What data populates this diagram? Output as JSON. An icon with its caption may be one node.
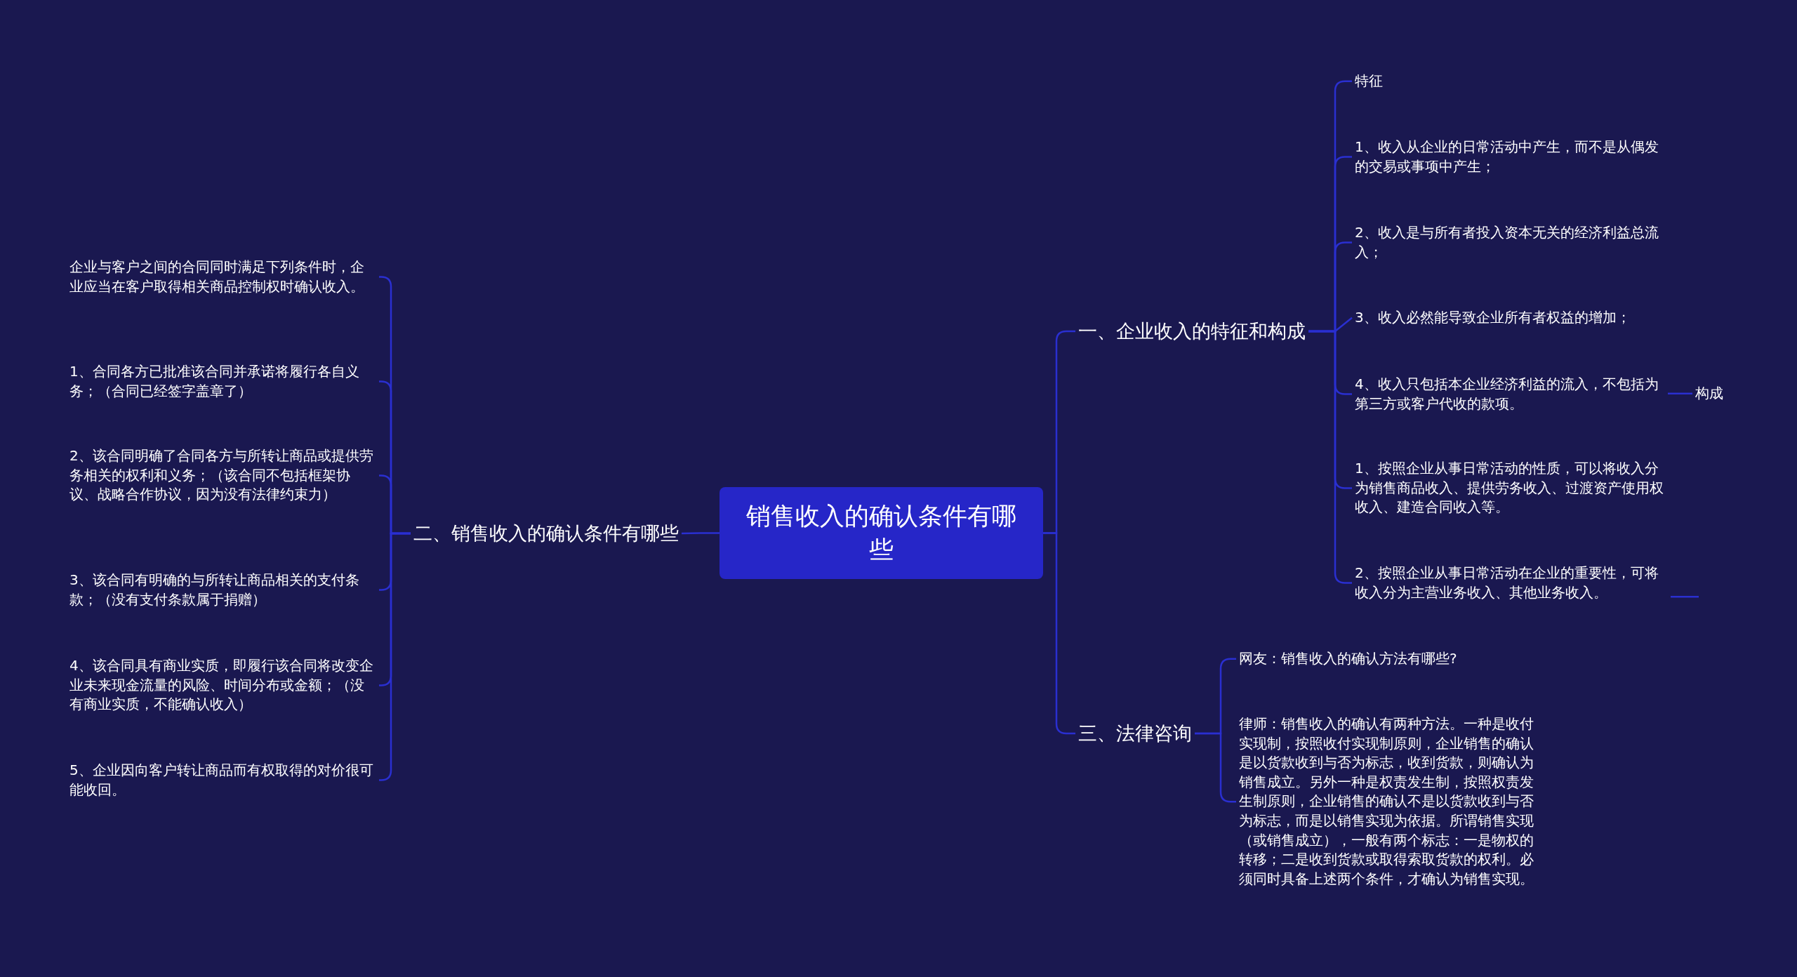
{
  "diagram": {
    "nodes": [
      {
        "text": [
          "销售收入的确认条件有哪些"
        ]
      },
      {
        "text": [
          "一、企业收入的特征和构成"
        ]
      },
      {
        "text": [
          "特征"
        ]
      },
      {
        "text": [
          "1、收入从企业的日常活动中产生，而不是从偶发的交易或事项中产生；"
        ]
      },
      {
        "text": [
          "2、收入是与所有者投入资本无关的经济利益总流入；"
        ]
      },
      {
        "text": [
          "3、收入必然能导致企业所有者权益的增加；"
        ]
      },
      {
        "text": [
          "4、收入只包括本企业经济利益的流入，不包括为第三方或客户代收的款项。"
        ]
      },
      {
        "text": [
          "构成"
        ]
      },
      {
        "text": [
          "1、按照企业从事日常活动的性质，可以将收入分为销售商品收入、提供劳务收入、过渡资产使用权收入、建造合同收入等。"
        ]
      },
      {
        "text": [
          "2、按照企业从事日常活动在企业的重要性，可将收入分为主营业务收入、其他业务收入。"
        ]
      },
      {
        "text": [
          "二、销售收入的确认条件有哪些"
        ]
      },
      {
        "text": [
          "企业与客户之间的合同同时满足下列条件时，企业应当在客户取得相关商品控制权时确认收入。"
        ]
      },
      {
        "text": [
          "1、合同各方已批准该合同并承诺将履行各自义务；（合同已经签字盖章了）"
        ]
      },
      {
        "text": [
          "2、该合同明确了合同各方与所转让商品或提供劳务相关的权利和义务；（该合同不包括框架协议、战略合作协议，因为没有法律约束力）"
        ]
      },
      {
        "text": [
          "3、该合同有明确的与所转让商品相关的支付条款；（没有支付条款属于捐赠）"
        ]
      },
      {
        "text": [
          "4、该合同具有商业实质，即履行该合同将改变企业未来现金流量的风险、时间分布或金额；（没有商业实质，不能确认收入）"
        ]
      },
      {
        "text": [
          "5、企业因向客户转让商品而有权取得的对价很可能收回。"
        ]
      },
      {
        "text": [
          "三、法律咨询"
        ]
      },
      {
        "text": [
          "网友：销售收入的确认方法有哪些?"
        ]
      },
      {
        "text": [
          "律师：销售收入的确认有两种方法。一种是收付实现制，按照收付实现制原则，企业销售的确认是以货款收到与否为标志，收到货款，则确认为销售成立。另外一种是权责发生制，按照权责发生制原则，企业销售的确认不是以货款收到与否为标志，而是以销售实现为依据。所谓销售实现（或销售成立），一般有两个标志：一是物权的转移；二是收到货款或取得索取货款的权利。必须同时具备上述两个条件，才确认为销售实现。"
        ]
      }
    ],
    "edges": [
      {
        "from": 0,
        "to": 1,
        "arrow": "none"
      },
      {
        "from": 0,
        "to": 10,
        "arrow": "none"
      },
      {
        "from": 0,
        "to": 17,
        "arrow": "none"
      },
      {
        "from": 1,
        "to": 2,
        "arrow": "none"
      },
      {
        "from": 1,
        "to": 3,
        "arrow": "none"
      },
      {
        "from": 1,
        "to": 4,
        "arrow": "none"
      },
      {
        "from": 1,
        "to": 5,
        "arrow": "none"
      },
      {
        "from": 1,
        "to": 6,
        "arrow": "none"
      },
      {
        "from": 1,
        "to": 8,
        "arrow": "none"
      },
      {
        "from": 1,
        "to": 9,
        "arrow": "none"
      },
      {
        "from": 6,
        "to": 7,
        "arrow": "none"
      },
      {
        "from": 9,
        "to": null,
        "arrow": "none"
      },
      {
        "from": 10,
        "to": 11,
        "arrow": "none"
      },
      {
        "from": 10,
        "to": 12,
        "arrow": "none"
      },
      {
        "from": 10,
        "to": 13,
        "arrow": "none"
      },
      {
        "from": 10,
        "to": 14,
        "arrow": "none"
      },
      {
        "from": 10,
        "to": 15,
        "arrow": "none"
      },
      {
        "from": 10,
        "to": 16,
        "arrow": "none"
      },
      {
        "from": 17,
        "to": 18,
        "arrow": "none"
      },
      {
        "from": 17,
        "to": 19,
        "arrow": "none"
      }
    ]
  }
}
